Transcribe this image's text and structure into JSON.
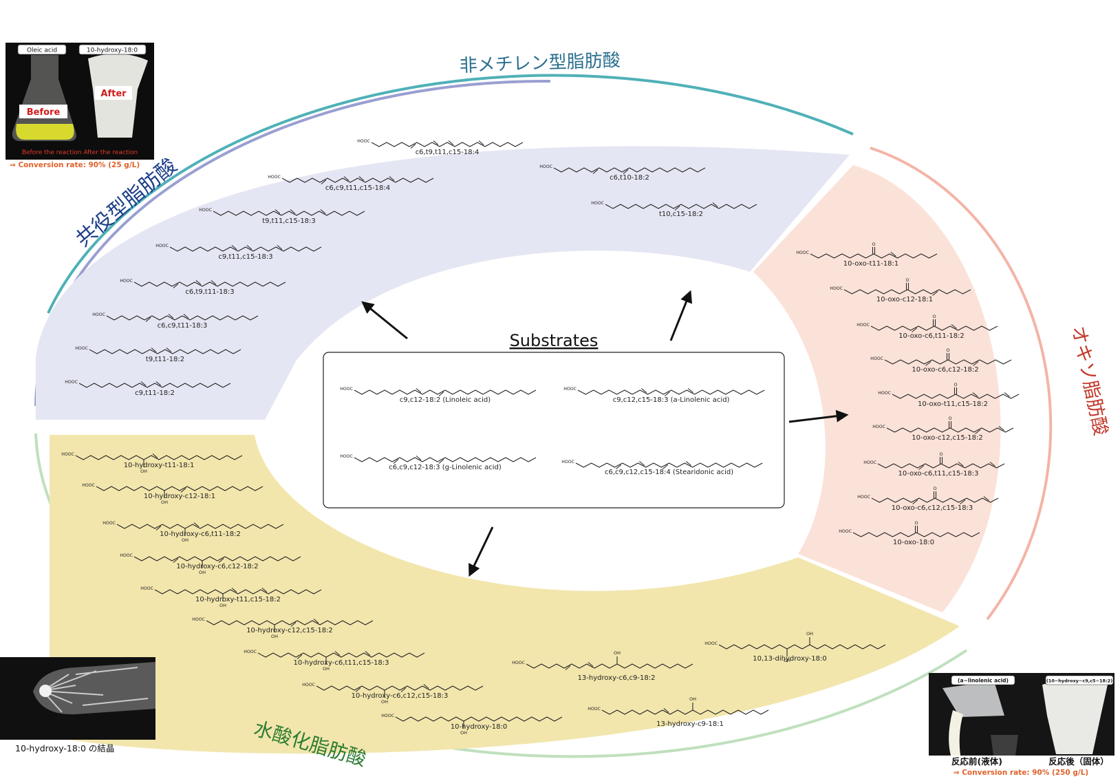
{
  "center": {
    "title": "Substrates",
    "substrates": [
      "c9,c12-18:2 (Linoleic acid)",
      "c9,c12,c15-18:3 (a-Linolenic acid)",
      "c6,c9,c12-18:3 (g-Linolenic acid)",
      "c6,c9,c12,c15-18:4 (Stearidonic acid)"
    ]
  },
  "sectors": {
    "conjugated": {
      "label": "共役型脂肪酸",
      "color": "#e5e6f3",
      "arc_color": "#4fb1b7",
      "inner_arc_color": "#9a9fd1",
      "compounds": [
        "c6,t9,t11,c15-18:4",
        "c6,c9,t11,c15-18:4",
        "t9,t11,c15-18:3",
        "c9,t11,c15-18:3",
        "c6,t9,t11-18:3",
        "c6,c9,t11-18:3",
        "t9,t11-18:2",
        "c9,t11-18:2"
      ]
    },
    "non_methylene": {
      "label": "非メチレン型脂肪酸",
      "compounds": [
        "c6,t10-18:2",
        "t10,c15-18:2"
      ]
    },
    "oxo": {
      "label": "オキソ脂肪酸",
      "color": "#fbe2d8",
      "arc_color": "#f4b4a6",
      "compounds": [
        "10-oxo-t11-18:1",
        "10-oxo-c12-18:1",
        "10-oxo-c6,t11-18:2",
        "10-oxo-c6,c12-18:2",
        "10-oxo-t11,c15-18:2",
        "10-oxo-c12,c15-18:2",
        "10-oxo-c6,t11,c15-18:3",
        "10-oxo-c6,c12,c15-18:3",
        "10-oxo-18:0"
      ]
    },
    "hydroxy": {
      "label": "水酸化脂肪酸",
      "color": "#f2e6ad",
      "arc_color": "#bfe0bd",
      "compounds": [
        "10-hydroxy-t11-18:1",
        "10-hydroxy-c12-18:1",
        "10-hydroxy-c6,t11-18:2",
        "10-hydroxy-c6,c12-18:2",
        "10-hydroxy-t11,c15-18:2",
        "10-hydroxy-c12,c15-18:2",
        "10-hydroxy-c6,t11,c15-18:3",
        "10-hydroxy-c6,c12,c15-18:3",
        "10-hydroxy-18:0"
      ],
      "extra_compounds": [
        "10,13-dihydroxy-18:0",
        "13-hydroxy-c6,c9-18:2",
        "13-hydroxy-c9-18:1"
      ]
    }
  },
  "chem": {
    "hooc": "HOOC",
    "oh": "OH",
    "o": "O"
  },
  "photos": {
    "top_left": {
      "label_left": "Oleic acid",
      "label_right": "10-hydroxy-18:0",
      "before": "Before",
      "after": "After",
      "caption": "Before the reaction   After the reaction",
      "conversion": "⇒ Conversion rate: 90% (25 g/L)"
    },
    "bottom_left": {
      "caption": "10-hydroxy-18:0 の結晶"
    },
    "bottom_right": {
      "label_left": "(a−linolenic acid)",
      "label_right": "(10−hydroxy−c9,c5−18:2)",
      "before": "反応前(液体)",
      "after": "反応後（固体）",
      "conversion": "⇒ Conversion rate: 90% (250 g/L)"
    }
  }
}
